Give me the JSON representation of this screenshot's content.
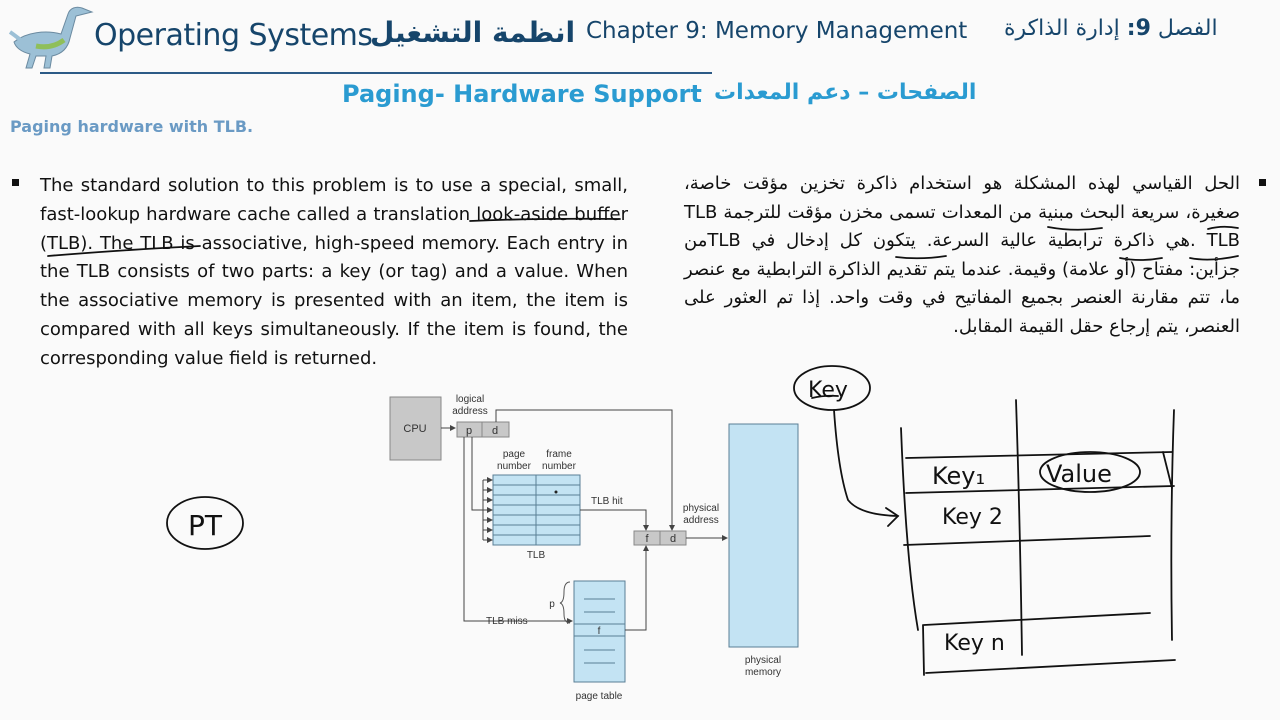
{
  "header": {
    "course_title_en": "Operating Systems",
    "course_title_ar": "انظمة التشغيل",
    "chapter_en": "Chapter 9:  Memory Management",
    "chapter_ar_prefix": "الفصل ",
    "chapter_ar_number": "9:",
    "chapter_ar_title": " إدارة الذاكرة",
    "logo_icon": "dinosaur-logo-icon"
  },
  "section": {
    "title_en": "Paging- Hardware Support",
    "title_ar": "الصفحات – دعم المعدات",
    "subheading": "Paging hardware with TLB."
  },
  "content": {
    "english_bullet": "The standard solution to this problem is to use a special, small, fast-lookup hardware cache called a translation look-aside buffer (TLB). The TLB is associative, high-speed memory. Each entry in the TLB consists of two parts: a key (or tag) and a value. When the associative memory is presented with an item, the item is compared with all keys simultaneously. If the item is found, the corresponding value field is returned.",
    "arabic_bullet": "الحل القياسي لهذه المشكلة هو استخدام ذاكرة تخزين مؤقت خاصة، صغيرة، سريعة البحث مبنية من المعدات  تسمى مخزن مؤقت للترجمة TLB .  TLBهي ذاكرة ترابطية عالية السرعة. يتكون كل إدخال في  TLBمن جزأين: مفتاح (أو علامة) وقيمة. عندما يتم تقديم الذاكرة الترابطية مع عنصر ما، تتم مقارنة العنصر بجميع المفاتيح في وقت واحد. إذا تم العثور على العنصر، يتم إرجاع حقل القيمة المقابل."
  },
  "diagram": {
    "cpu": "CPU",
    "logical_address_1": "logical",
    "logical_address_2": "address",
    "p": "p",
    "d": "d",
    "page_number_1": "page",
    "page_number_2": "number",
    "frame_number_1": "frame",
    "frame_number_2": "number",
    "tlb": "TLB",
    "tlb_hit": "TLB hit",
    "tlb_miss": "TLB miss",
    "physical_address_1": "physical",
    "physical_address_2": "address",
    "f": "f",
    "page_table": "page table",
    "physical_memory_1": "physical",
    "physical_memory_2": "memory",
    "colors": {
      "box_gray": "#c8c8c8",
      "table_blue": "#c3e3f3",
      "line": "#444444"
    }
  },
  "annotations": {
    "pt": "PT",
    "key": "Key",
    "key1": "Key₁",
    "value": "Value",
    "key2": "Key 2",
    "keyn": "Key n"
  }
}
